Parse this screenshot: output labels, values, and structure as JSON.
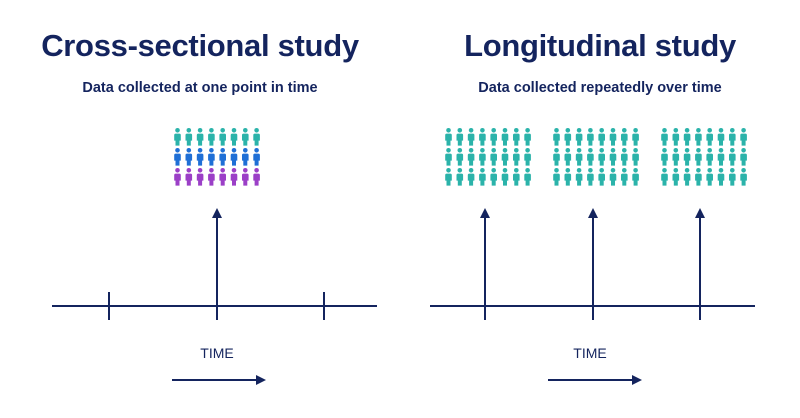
{
  "colors": {
    "navy": "#14245e",
    "teal": "#2bb3aa",
    "blue": "#1f6fd6",
    "purple": "#9b3fc7"
  },
  "cross_sectional": {
    "title": "Cross-sectional study",
    "subtitle": "Data collected at one point in time",
    "time_label": "TIME",
    "groups": [
      {
        "rows": [
          "teal",
          "blue",
          "purple"
        ]
      }
    ]
  },
  "longitudinal": {
    "title": "Longitudinal study",
    "subtitle": "Data collected repeatedly over time",
    "time_label": "TIME",
    "groups": [
      {
        "rows": [
          "teal",
          "teal",
          "teal"
        ]
      },
      {
        "rows": [
          "teal",
          "teal",
          "teal"
        ]
      },
      {
        "rows": [
          "teal",
          "teal",
          "teal"
        ]
      }
    ]
  }
}
